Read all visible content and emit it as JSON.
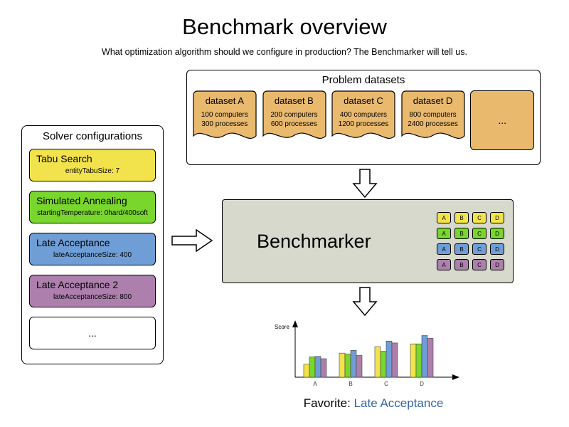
{
  "title": "Benchmark overview",
  "subtitle": "What optimization algorithm should we configure in production? The Benchmarker will tell us.",
  "solver_configurations": {
    "title": "Solver configurations",
    "items": [
      {
        "name": "Tabu Search",
        "param": "entityTabuSize: 7",
        "color": "#f2e34c"
      },
      {
        "name": "Simulated Annealing",
        "param": "startingTemperature: 0hard/400soft",
        "color": "#79d62c"
      },
      {
        "name": "Late Acceptance",
        "param": "lateAcceptanceSize: 400",
        "color": "#6f9ed6"
      },
      {
        "name": "Late Acceptance 2",
        "param": "lateAcceptanceSize: 800",
        "color": "#ad7fad"
      },
      {
        "name": "...",
        "param": "",
        "color": "#ffffff"
      }
    ]
  },
  "problem_datasets": {
    "title": "Problem datasets",
    "card_color": "#e9b96e",
    "items": [
      {
        "name": "dataset A",
        "computers": "100 computers",
        "processes": "300 processes"
      },
      {
        "name": "dataset B",
        "computers": "200 computers",
        "processes": "600 processes"
      },
      {
        "name": "dataset C",
        "computers": "400 computers",
        "processes": "1200 processes"
      },
      {
        "name": "dataset D",
        "computers": "800 computers",
        "processes": "2400 processes"
      },
      {
        "name": "...",
        "plain": true
      }
    ]
  },
  "benchmarker": {
    "label": "Benchmarker",
    "rows": [
      {
        "color": "#f2e34c",
        "labels": [
          "A",
          "B",
          "C",
          "D"
        ]
      },
      {
        "color": "#79d62c",
        "labels": [
          "A",
          "B",
          "C",
          "D"
        ]
      },
      {
        "color": "#6f9ed6",
        "labels": [
          "A",
          "B",
          "C",
          "D"
        ]
      },
      {
        "color": "#ad7fad",
        "labels": [
          "A",
          "B",
          "C",
          "D"
        ]
      }
    ]
  },
  "chart_data": {
    "type": "bar",
    "title": "",
    "xlabel": "",
    "ylabel": "Score",
    "ylim": [
      0,
      100
    ],
    "grid": false,
    "legend": "none",
    "categories": [
      "A",
      "B",
      "C",
      "D"
    ],
    "series": [
      {
        "name": "Tabu Search",
        "color": "#f2e34c",
        "values": [
          28,
          52,
          66,
          72
        ]
      },
      {
        "name": "Simulated Annealing",
        "color": "#79d62c",
        "values": [
          44,
          50,
          56,
          72
        ]
      },
      {
        "name": "Late Acceptance",
        "color": "#6f9ed6",
        "values": [
          45,
          58,
          78,
          90
        ]
      },
      {
        "name": "Late Acceptance 2",
        "color": "#ad7fad",
        "values": [
          40,
          47,
          74,
          84
        ]
      }
    ]
  },
  "favorite": {
    "label": "Favorite:",
    "value": "Late Acceptance"
  }
}
